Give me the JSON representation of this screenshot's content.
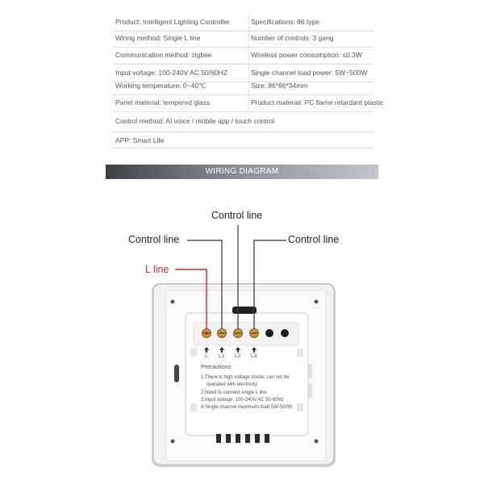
{
  "specs": [
    {
      "left": "Product: Intelligent Lighting Controller",
      "right": "Specifications: 86 type"
    },
    {
      "left": "Wiring method: Single L line",
      "right": "Number of controls: 3 gang"
    },
    {
      "left": "Communication method: zigbee",
      "right": "Wireless power consumption: ≤0.3W"
    },
    {
      "left": "Input voltage: 100-240V AC 50/60HZ",
      "right": "Single channel load power: 5W~500W"
    },
    {
      "left": "Working temperature: 0~40℃",
      "right": "Size: 86*86*34mm"
    },
    {
      "left": "Panel material: tempered glass",
      "right": "Product material: PC flame retardant plastic"
    },
    {
      "left": "Control method: AI voice / mobile app / touch control",
      "right": ""
    },
    {
      "left": "APP: Smart Life",
      "right": ""
    }
  ],
  "banner": {
    "title": "WIRING DIAGRAM"
  },
  "diagram": {
    "label_top": "Control line",
    "label_left": "Control line",
    "label_right": "Control line",
    "label_l_line": "L line",
    "terminals": [
      "L",
      "L1",
      "L2",
      "L3"
    ],
    "precautions": {
      "title": "Precautions:",
      "lines": [
        "1.There is high voltage inside, can not be",
        "operated with  electricity",
        "2.Need to connect single L line",
        "3.Input voltage: 100-240V AC 50-60Hz",
        "4.Single channel maximum load 5W-500W"
      ]
    },
    "colors": {
      "l_line": "#d9262b",
      "wire": "#333333"
    }
  }
}
